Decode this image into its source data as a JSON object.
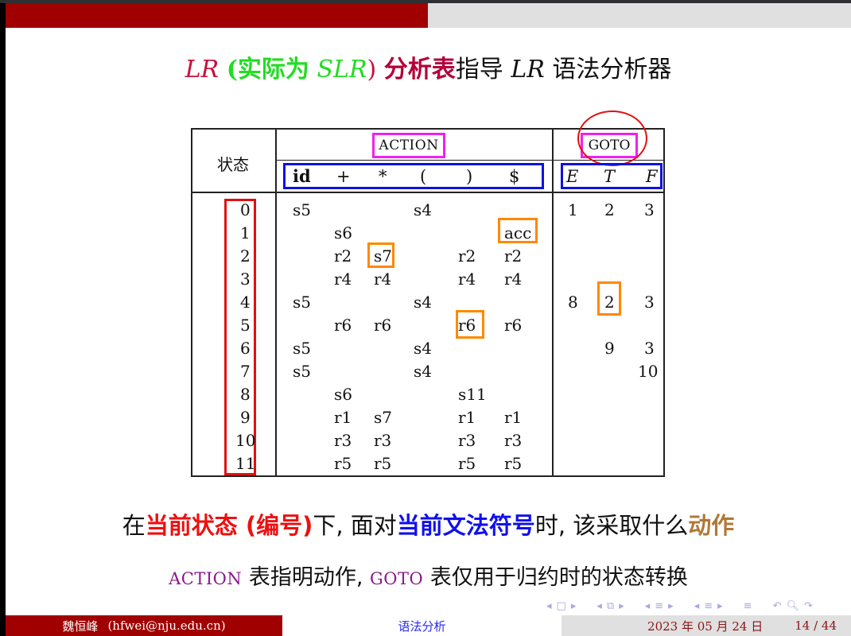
{
  "slide": {
    "progress_percent": 50.1,
    "colors": {
      "brand_red": "#a00000",
      "progress_bg": "#e0e0e0",
      "action_goto_box": "#f020f0",
      "symbol_box": "#1010e0",
      "state_box": "#e01010",
      "highlight_box": "#ff8800"
    }
  },
  "title": {
    "part1": "LR",
    "part2": "(实际为",
    "part3": "SLR",
    "part4": ")",
    "part5": "分析表",
    "part6": "指导",
    "part7": "LR",
    "part8": "语法分析器"
  },
  "table": {
    "state_header": "状态",
    "action_header": "ACTION",
    "goto_header": "GOTO",
    "terminals": [
      "id",
      "+",
      "*",
      "(",
      ")",
      "$"
    ],
    "nonterminals": [
      "E",
      "T",
      "F"
    ],
    "rows": [
      {
        "state": "0",
        "action": [
          "s5",
          "",
          "",
          "s4",
          "",
          ""
        ],
        "goto": [
          "1",
          "2",
          "3"
        ]
      },
      {
        "state": "1",
        "action": [
          "",
          "s6",
          "",
          "",
          "",
          "acc"
        ],
        "goto": [
          "",
          "",
          ""
        ]
      },
      {
        "state": "2",
        "action": [
          "",
          "r2",
          "s7",
          "",
          "r2",
          "r2"
        ],
        "goto": [
          "",
          "",
          ""
        ]
      },
      {
        "state": "3",
        "action": [
          "",
          "r4",
          "r4",
          "",
          "r4",
          "r4"
        ],
        "goto": [
          "",
          "",
          ""
        ]
      },
      {
        "state": "4",
        "action": [
          "s5",
          "",
          "",
          "s4",
          "",
          ""
        ],
        "goto": [
          "8",
          "2",
          "3"
        ]
      },
      {
        "state": "5",
        "action": [
          "",
          "r6",
          "r6",
          "",
          "r6",
          "r6"
        ],
        "goto": [
          "",
          "",
          ""
        ]
      },
      {
        "state": "6",
        "action": [
          "s5",
          "",
          "",
          "s4",
          "",
          ""
        ],
        "goto": [
          "",
          "9",
          "3"
        ]
      },
      {
        "state": "7",
        "action": [
          "s5",
          "",
          "",
          "s4",
          "",
          ""
        ],
        "goto": [
          "",
          "",
          "10"
        ]
      },
      {
        "state": "8",
        "action": [
          "",
          "s6",
          "",
          "",
          "s11",
          ""
        ],
        "goto": [
          "",
          "",
          ""
        ]
      },
      {
        "state": "9",
        "action": [
          "",
          "r1",
          "s7",
          "",
          "r1",
          "r1"
        ],
        "goto": [
          "",
          "",
          ""
        ]
      },
      {
        "state": "10",
        "action": [
          "",
          "r3",
          "r3",
          "",
          "r3",
          "r3"
        ],
        "goto": [
          "",
          "",
          ""
        ]
      },
      {
        "state": "11",
        "action": [
          "",
          "r5",
          "r5",
          "",
          "r5",
          "r5"
        ],
        "goto": [
          "",
          "",
          ""
        ]
      }
    ],
    "highlighted_cells": [
      {
        "row": 1,
        "col": "$",
        "value": "acc"
      },
      {
        "row": 2,
        "col": "*",
        "value": "s7"
      },
      {
        "row": 5,
        "col": ")",
        "value": "r6"
      },
      {
        "row": 4,
        "col": "T",
        "value": "2"
      }
    ]
  },
  "body": {
    "line1": {
      "p1": "在",
      "p2": "当前状态 (编号)",
      "p3": "下, 面对",
      "p4": "当前文法符号",
      "p5": "时, 该采取什么",
      "p6": "动作"
    },
    "line2": {
      "p1": "ACTION",
      "p2": " 表指明动作, ",
      "p3": "GOTO",
      "p4": " 表仅用于归约时的状态转换"
    }
  },
  "nav": {
    "icons": [
      "◂",
      "□",
      "▸",
      "◂",
      "⧉",
      "▸",
      "◂",
      "≡",
      "▸",
      "◂",
      "≡",
      "▸",
      "≡",
      "↶",
      "🔍︎",
      "↷"
    ]
  },
  "footer": {
    "author": "魏恒峰",
    "email": "(hfwei@nju.edu.cn)",
    "section": "语法分析",
    "date": "2023 年 05 月 24 日",
    "page": "14 / 44"
  }
}
